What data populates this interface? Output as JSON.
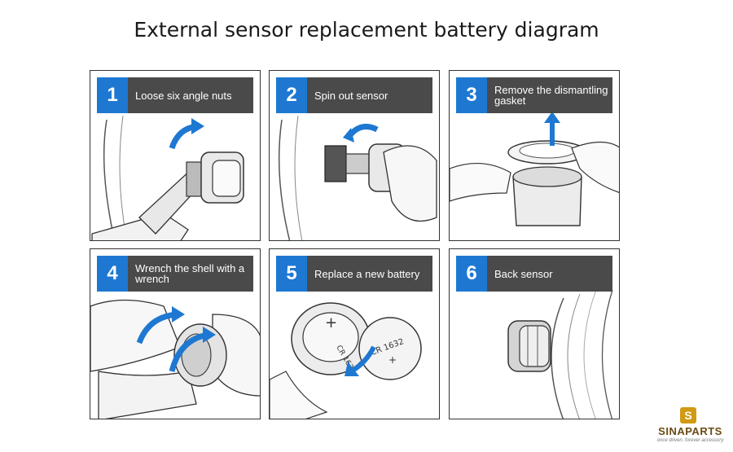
{
  "title": "External sensor replacement battery diagram",
  "steps": [
    {
      "number": "1",
      "label": "Loose six angle nuts"
    },
    {
      "number": "2",
      "label": "Spin out sensor"
    },
    {
      "number": "3",
      "label": "Remove the dismantling gasket"
    },
    {
      "number": "4",
      "label": "Wrench the shell with a wrench"
    },
    {
      "number": "5",
      "label": "Replace a new battery"
    },
    {
      "number": "6",
      "label": "Back sensor"
    }
  ],
  "battery_text": "CR 1632",
  "colors": {
    "accent": "#1e78d2",
    "banner": "#4a4a4a",
    "logo": "#d19a14"
  },
  "logo": {
    "icon_letter": "S",
    "name": "SINAPARTS",
    "tagline": "once driven, forever accessory"
  }
}
